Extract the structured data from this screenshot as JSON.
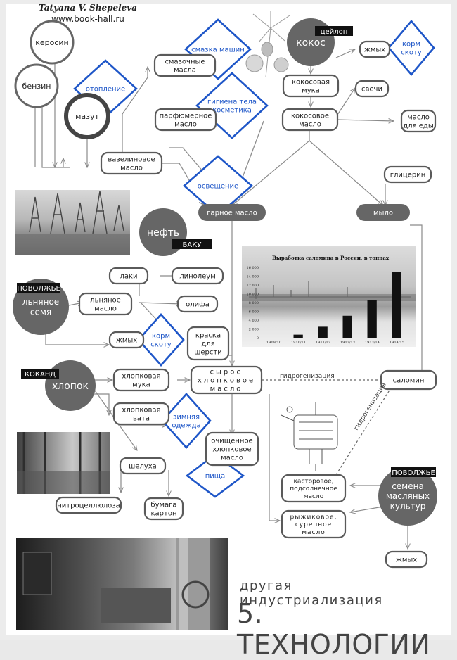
{
  "header": {
    "author": "Tatyana V. Shepeleva",
    "website": "www.book-hall.ru"
  },
  "title": {
    "subtitle": "другая индустриализация",
    "main": "5. ТЕХНОЛОГИИ"
  },
  "colors": {
    "node_border": "#5a5a5a",
    "gray_fill": "#666666",
    "blue_accent": "#1e56c8",
    "label_black": "#111111"
  },
  "nodes": {
    "kerosin": "керосин",
    "benzin": "бензин",
    "mazut": "мазут",
    "smazochnye": [
      "смазочные",
      "масла"
    ],
    "parfyum": [
      "парфюмерное",
      "масло"
    ],
    "vazelin": [
      "вазелиновое",
      "масло"
    ],
    "neft": "нефть",
    "garnoe": "гарное масло",
    "kokos": "кокос",
    "zhmyh_kokos": "жмых",
    "kokos_muka": [
      "кокосовая",
      "мука"
    ],
    "svechi": "свечи",
    "kokos_maslo": [
      "кокосовое",
      "масло"
    ],
    "maslo_edy": [
      "масло",
      "для еды"
    ],
    "glicerin": "глицерин",
    "mylo": "мыло",
    "laki": "лаки",
    "linoleum": "линолеум",
    "lnyanoe_seme": [
      "льняное",
      "семя"
    ],
    "lnyanoe_maslo": [
      "льняное",
      "масло"
    ],
    "olifa": "олифа",
    "zhmyh_len": "жмых",
    "kraska": [
      "краска",
      "для",
      "шерсти"
    ],
    "hlopok": "хлопок",
    "hlop_muka": [
      "хлопковая",
      "мука"
    ],
    "syroe": [
      "сырое",
      "хлопковое",
      "масло"
    ],
    "hlop_vata": [
      "хлопковая",
      "вата"
    ],
    "ochisch": [
      "очищенное",
      "хлопковое",
      "масло"
    ],
    "sheluha": "шелуха",
    "nitro": "нитроцеллюлоза",
    "bumaga": [
      "бумага",
      "картон"
    ],
    "salolin": "саломин",
    "kastor": [
      "касторовое,",
      "подсолнечное",
      "масло"
    ],
    "ryzhik": [
      "рыжиковое,",
      "сурепное",
      "масло"
    ],
    "semena": [
      "семена",
      "масляных",
      "культур"
    ],
    "zhmyh_sem": "жмых"
  },
  "blue_diamonds": {
    "otoplenie": [
      "отопление"
    ],
    "smazka": [
      "смазка машин"
    ],
    "gigiena": [
      "гигиена тела",
      "косметика"
    ],
    "osveschenie": [
      "освещение"
    ],
    "korm1": [
      "корм",
      "скоту"
    ],
    "korm2": [
      "корм",
      "скоту"
    ],
    "zimnyaya": [
      "зимняя",
      "одежда"
    ],
    "pischa": [
      "пища"
    ]
  },
  "region_labels": {
    "ceylon": "цейлон",
    "baku": "БАКУ",
    "povolzhie1": "ПОВОЛЖЬЕ",
    "kokand": "КОКАНД",
    "povolzhie2": "ПОВОЛЖЬЕ"
  },
  "process_labels": {
    "hydro1": "гидрогенизация",
    "hydro2": "гидрогенизация"
  },
  "chart_data": {
    "type": "bar",
    "title": "Выработка саломина в России, в тоннах",
    "categories": [
      "1909/10",
      "1910/11",
      "1911/12",
      "1912/13",
      "1913/14",
      "1914/15"
    ],
    "values": [
      0,
      700,
      2500,
      5000,
      8500,
      15000
    ],
    "ylim": [
      0,
      16000
    ],
    "yticks": [
      "0",
      "2 000",
      "4 000",
      "6 000",
      "8 000",
      "10 000",
      "12 000",
      "14 000",
      "16 000"
    ]
  }
}
